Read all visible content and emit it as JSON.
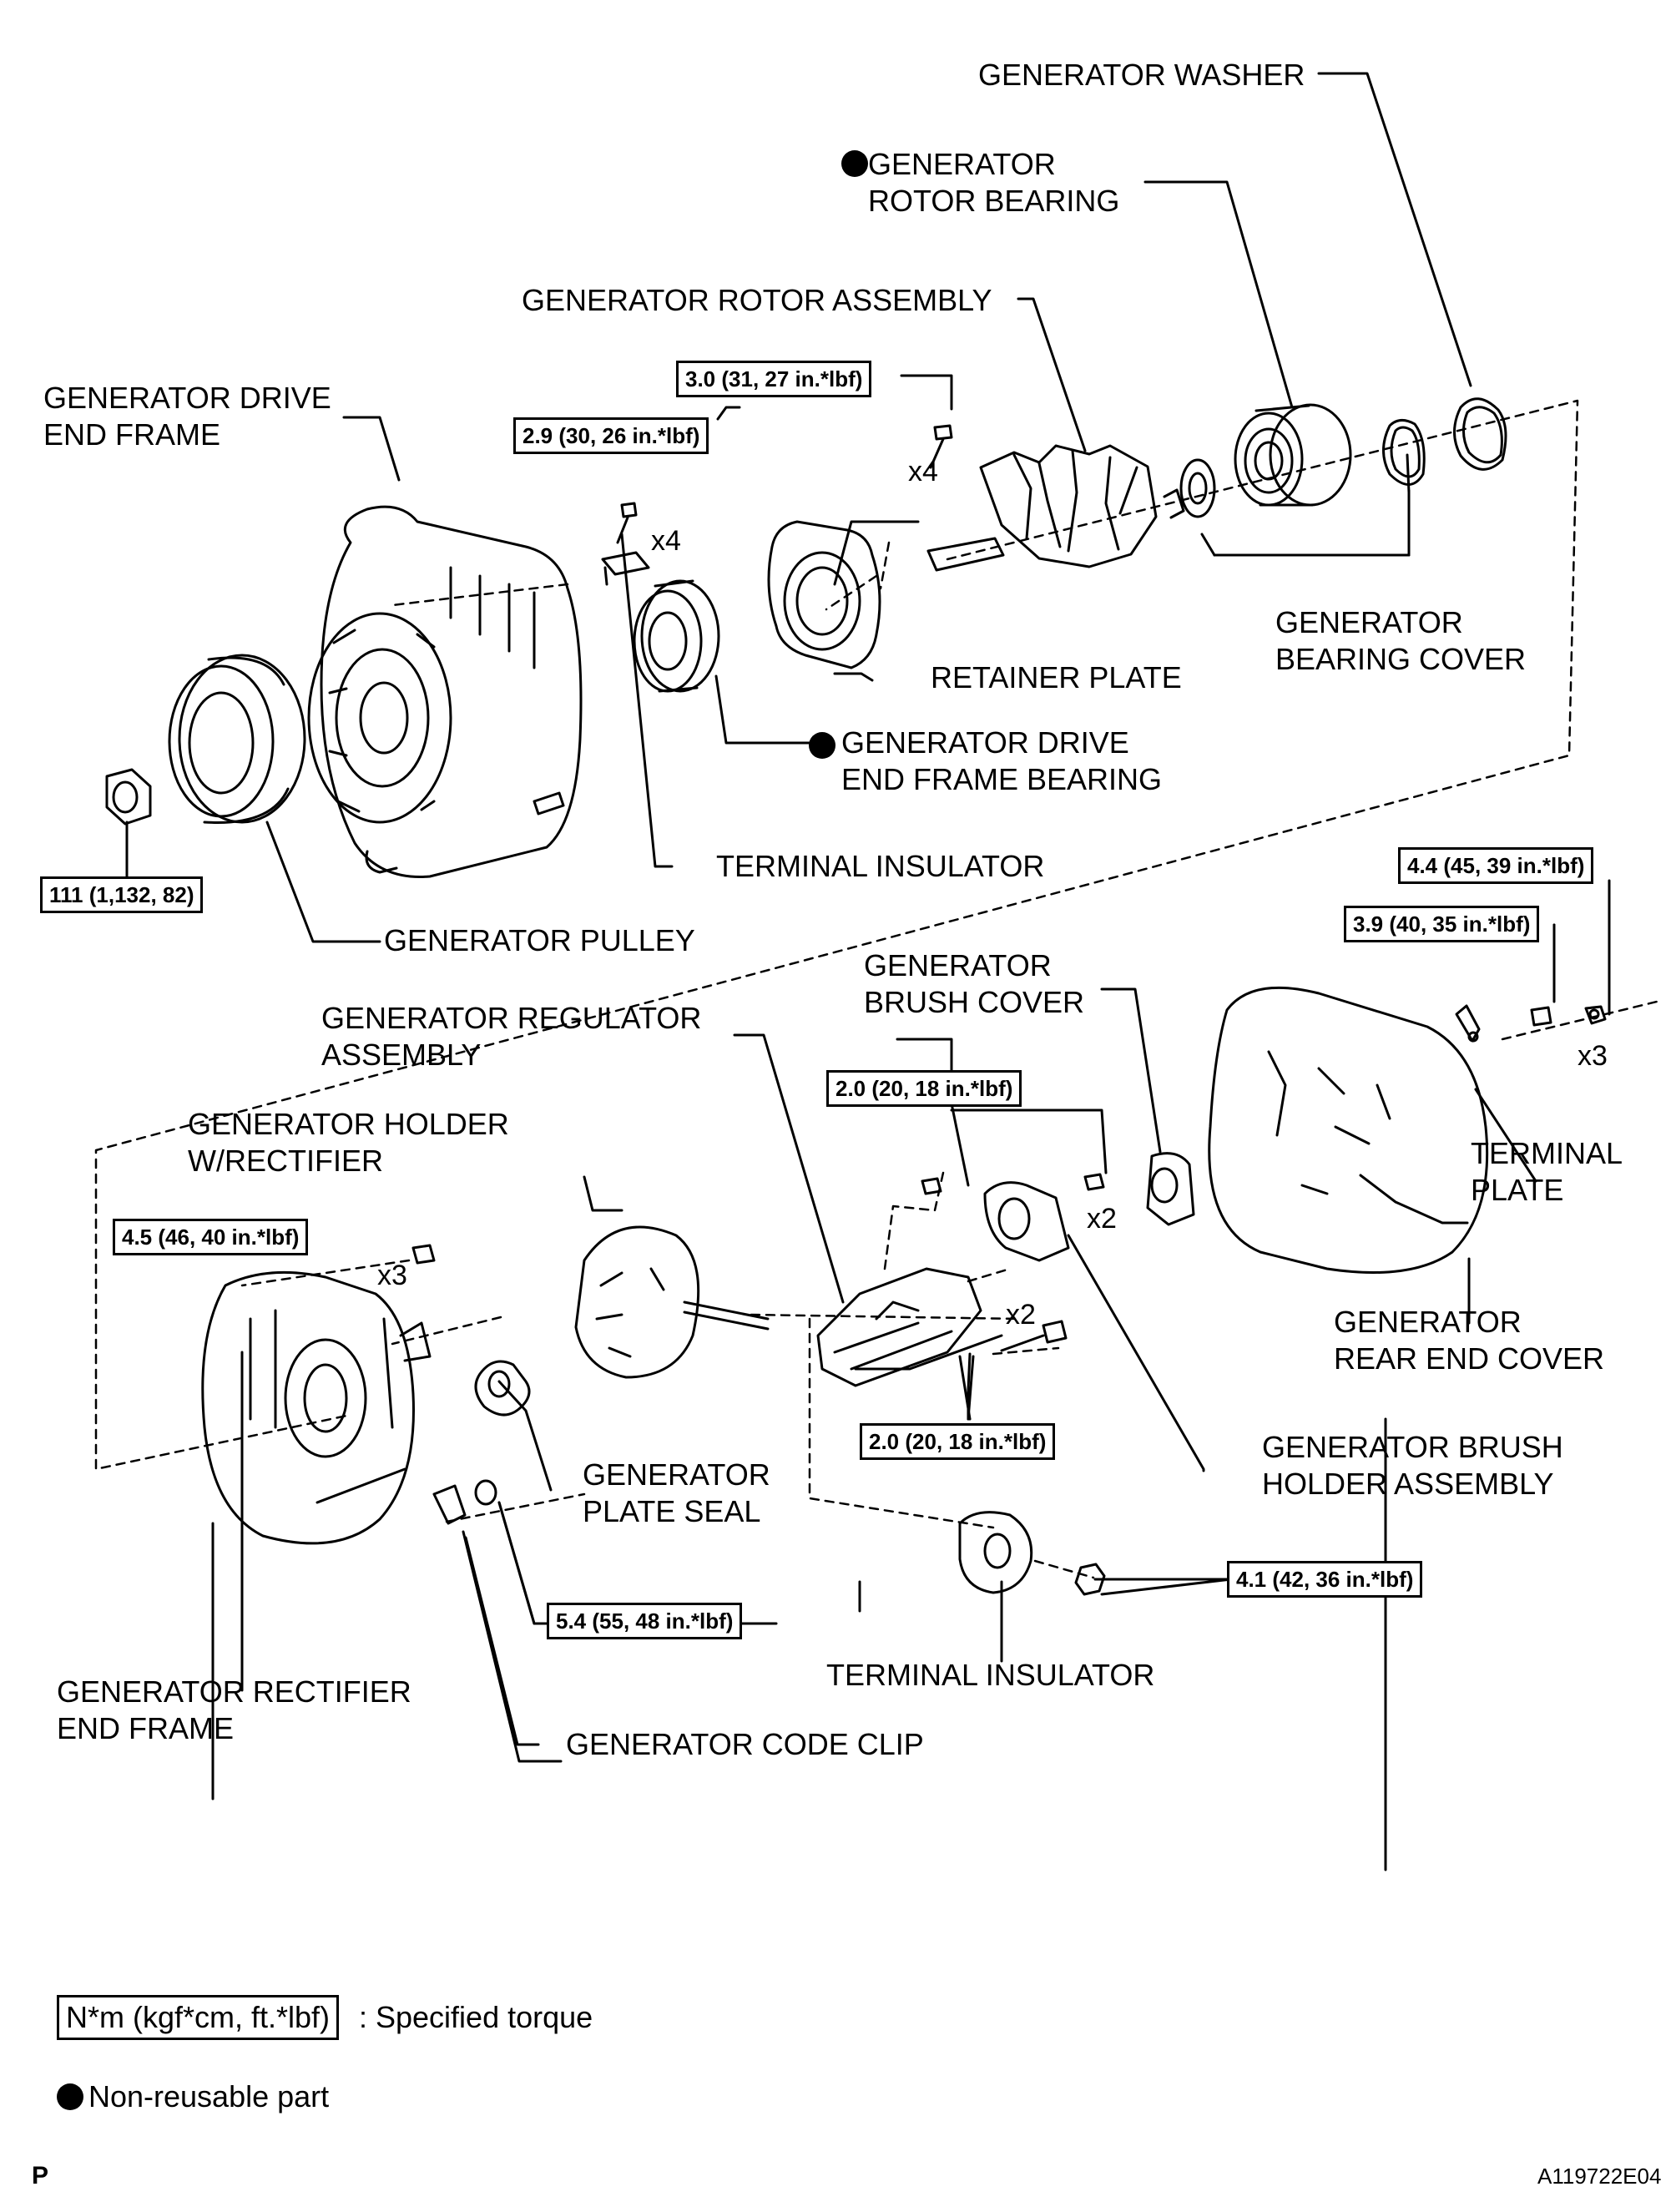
{
  "labels": {
    "generator_washer": "GENERATOR WASHER",
    "rotor_bearing": [
      "GENERATOR",
      "ROTOR BEARING"
    ],
    "rotor_assembly": "GENERATOR ROTOR ASSEMBLY",
    "drive_end_frame": [
      "GENERATOR DRIVE",
      "END FRAME"
    ],
    "bearing_cover": [
      "GENERATOR",
      "BEARING COVER"
    ],
    "retainer_plate": "RETAINER PLATE",
    "drive_end_frame_bearing": [
      "GENERATOR DRIVE",
      "END FRAME BEARING"
    ],
    "terminal_insulator_top": "TERMINAL INSULATOR",
    "generator_pulley": "GENERATOR PULLEY",
    "brush_cover": [
      "GENERATOR",
      "BRUSH COVER"
    ],
    "regulator_assembly": [
      "GENERATOR REGULATOR",
      "ASSEMBLY"
    ],
    "holder_rectifier": [
      "GENERATOR HOLDER",
      "W/RECTIFIER"
    ],
    "terminal_plate": [
      "TERMINAL",
      "PLATE"
    ],
    "rear_end_cover": [
      "GENERATOR",
      "REAR END COVER"
    ],
    "brush_holder_assembly": [
      "GENERATOR BRUSH",
      "HOLDER ASSEMBLY"
    ],
    "plate_seal": [
      "GENERATOR",
      "PLATE SEAL"
    ],
    "terminal_insulator_bottom": "TERMINAL INSULATOR",
    "rectifier_end_frame": [
      "GENERATOR RECTIFIER",
      "END FRAME"
    ],
    "code_clip": "GENERATOR CODE CLIP"
  },
  "torques": {
    "t30": "3.0 (31, 27 in.*lbf)",
    "t29": "2.9 (30, 26 in.*lbf)",
    "t111": "111 (1,132, 82)",
    "t44": "4.4 (45, 39 in.*lbf)",
    "t39": "3.9 (40, 35 in.*lbf)",
    "t20a": "2.0 (20, 18 in.*lbf)",
    "t45": "4.5 (46, 40 in.*lbf)",
    "t20b": "2.0 (20, 18 in.*lbf)",
    "t41": "4.1 (42, 36 in.*lbf)",
    "t54": "5.4 (55, 48 in.*lbf)"
  },
  "quantities": {
    "q_x4_a": "x4",
    "q_x4_b": "x4",
    "q_x3_a": "x3",
    "q_x2_a": "x2",
    "q_x3_b": "x3",
    "q_x2_b": "x2"
  },
  "legend": {
    "torque_unit": "N*m (kgf*cm, ft.*lbf)",
    "torque_desc": ": Specified torque",
    "nonreusable_desc": "Non-reusable part"
  },
  "corner": {
    "left": "P",
    "right": "A119722E04"
  }
}
